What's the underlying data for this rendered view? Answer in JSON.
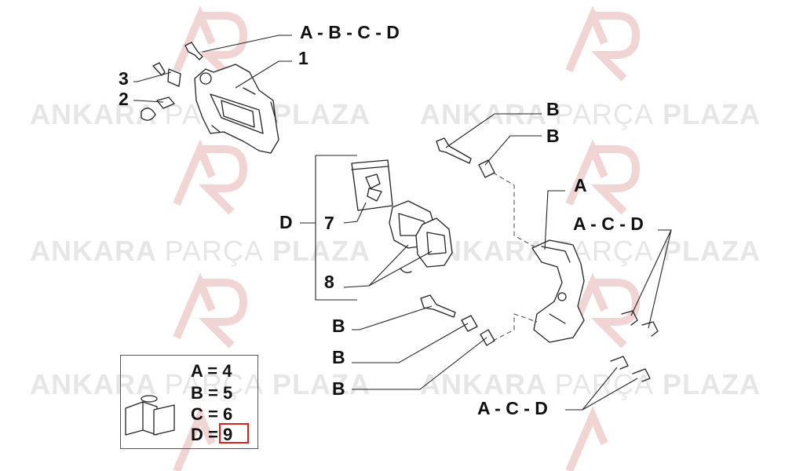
{
  "watermark": {
    "brand_bold_left": "ANKARA",
    "brand_thin": "PARÇA",
    "brand_bold_right": "PLAZA",
    "logo_text": "AP"
  },
  "callouts": {
    "top_abcd": "A - B - C - D",
    "n1": "1",
    "n2": "2",
    "n3": "3",
    "n7": "7",
    "n8": "8",
    "d_group": "D",
    "b_pin_top": "B",
    "b_sleeve_top": "B",
    "a_bracket": "A",
    "acd_upper": "A - C - D",
    "b_pin_low": "B",
    "b_sleeve_low": "B",
    "b_boot_low": "B",
    "acd_lower": "A - C - D"
  },
  "legend": {
    "rows": [
      {
        "key": "A",
        "eq": "=",
        "val": "4"
      },
      {
        "key": "B",
        "eq": "=",
        "val": "5"
      },
      {
        "key": "C",
        "eq": "=",
        "val": "6"
      },
      {
        "key": "D",
        "eq": "=",
        "val": "9"
      }
    ],
    "highlight_color": "#d22222"
  }
}
